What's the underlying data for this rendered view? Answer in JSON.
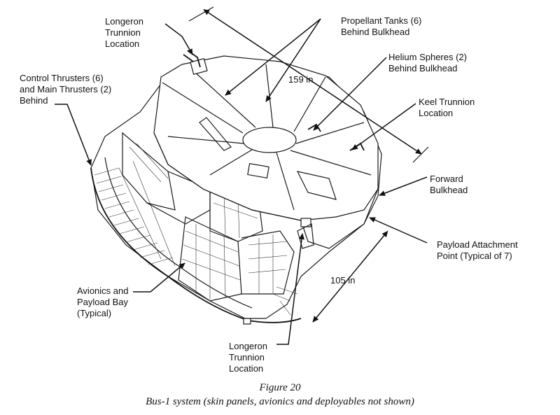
{
  "labels": {
    "longeron_top": "Longeron\nTrunnion\nLocation",
    "propellant": "Propellant Tanks (6)\nBehind Bulkhead",
    "helium": "Helium Spheres (2)\nBehind Bulkhead",
    "thrusters": "Control Thrusters (6)\nand Main Thrusters (2)\nBehind",
    "keel": "Keel Trunnion\nLocation",
    "forward": "Forward\nBulkhead",
    "payload_point": "Payload Attachment\nPoint (Typical of 7)",
    "avionics": "Avionics and\nPayload Bay\n(Typical)",
    "longeron_bottom": "Longeron\nTrunnion\nLocation"
  },
  "dimensions": {
    "diameter": "159 in",
    "height": "105 in"
  },
  "caption": {
    "figure": "Figure 20",
    "text": "Bus-1 system (skin panels, avionics and deployables not shown)"
  }
}
